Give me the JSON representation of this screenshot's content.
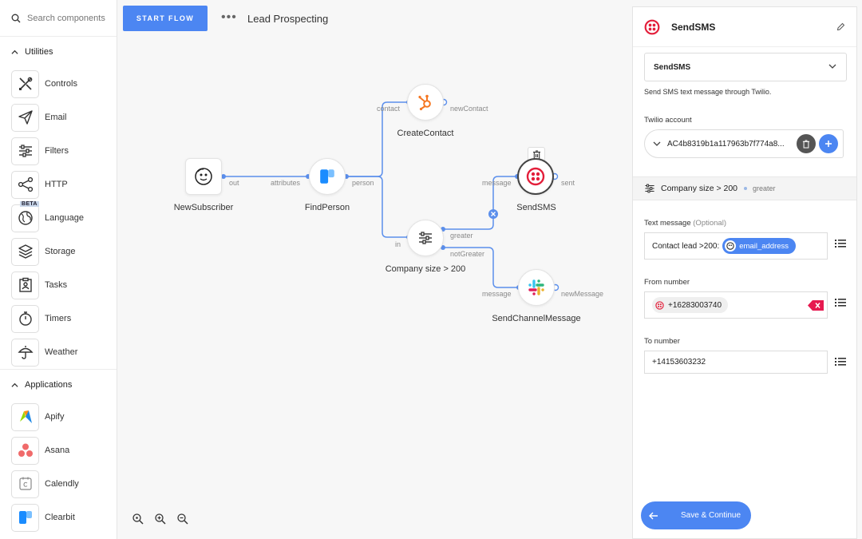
{
  "sidebar": {
    "search_placeholder": "Search components",
    "sections": [
      {
        "label": "Utilities"
      },
      {
        "label": "Applications"
      }
    ],
    "utilities": [
      {
        "label": "Controls",
        "icon": "tools-icon"
      },
      {
        "label": "Email",
        "icon": "paper-plane-icon"
      },
      {
        "label": "Filters",
        "icon": "sliders-icon"
      },
      {
        "label": "HTTP",
        "icon": "share-nodes-icon"
      },
      {
        "label": "Language",
        "icon": "globe-icon",
        "badge": "BETA"
      },
      {
        "label": "Storage",
        "icon": "layers-icon"
      },
      {
        "label": "Tasks",
        "icon": "clipboard-icon"
      },
      {
        "label": "Timers",
        "icon": "stopwatch-icon"
      },
      {
        "label": "Weather",
        "icon": "umbrella-icon"
      }
    ],
    "applications": [
      {
        "label": "Apify",
        "icon": "apify-logo"
      },
      {
        "label": "Asana",
        "icon": "asana-logo"
      },
      {
        "label": "Calendly",
        "icon": "calendly-logo"
      },
      {
        "label": "Clearbit",
        "icon": "clearbit-logo"
      }
    ]
  },
  "toolbar": {
    "start_label": "START FLOW",
    "more_label": "•••",
    "flow_title": "Lead Prospecting"
  },
  "flow": {
    "nodes": {
      "newsubscriber": "NewSubscriber",
      "findperson": "FindPerson",
      "createcontact": "CreateContact",
      "sendsms": "SendSMS",
      "companysize": "Company size > 200",
      "sendchannel": "SendChannelMessage"
    },
    "ports": {
      "out": "out",
      "attributes": "attributes",
      "person": "person",
      "contact": "contact",
      "newContact": "newContact",
      "message1": "message",
      "sent": "sent",
      "in": "in",
      "greater": "greater",
      "notGreater": "notGreater",
      "message2": "message",
      "newMessage": "newMessage"
    }
  },
  "panel": {
    "title": "SendSMS",
    "select_value": "SendSMS",
    "description": "Send SMS text message through Twilio.",
    "account_label": "Twilio account",
    "account_value": "AC4b8319b1a117963b7f774a8...",
    "condition_title": "Company size > 200",
    "condition_sub": "greater",
    "text_label": "Text message",
    "text_optional": "(Optional)",
    "text_prefix": "Contact lead >200:",
    "text_pill": "email_address",
    "from_label": "From number",
    "from_value": "+16283003740",
    "to_label": "To number",
    "to_value": "+14153603232",
    "save_label": "Save & Continue"
  },
  "colors": {
    "accent": "#4c86f2",
    "twilio": "#e31e3a",
    "hubspot": "#f57722",
    "delete": "#e6194f"
  }
}
